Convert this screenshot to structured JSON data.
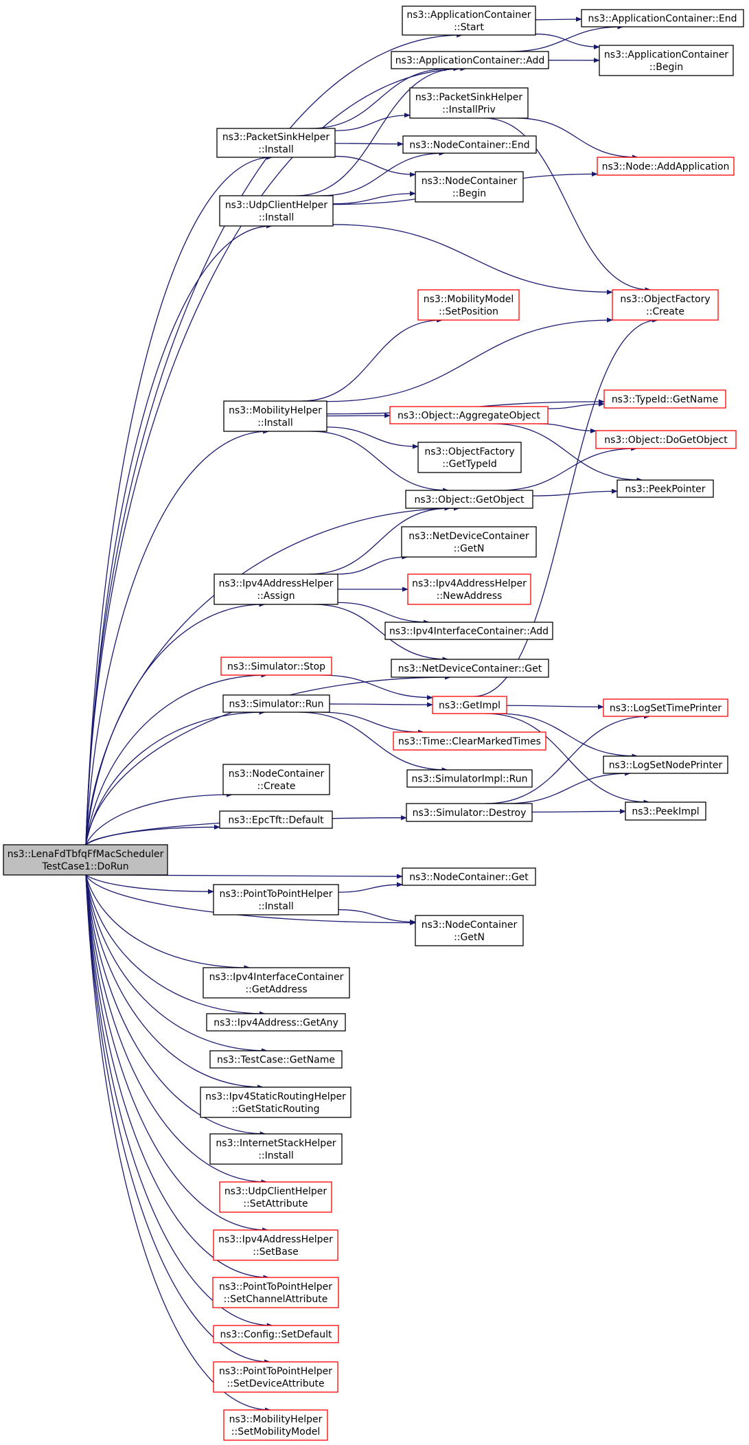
{
  "colors": {
    "edge": "#191970",
    "root_fill": "#bfbfbf",
    "border_black": "#000000",
    "border_red": "#ff0000"
  },
  "nodes": [
    {
      "id": "root",
      "lines": [
        "ns3::LenaFdTbfqFfMacScheduler",
        "TestCase1::DoRun"
      ],
      "border": "black",
      "root": true
    },
    {
      "id": "appStart",
      "lines": [
        "ns3::ApplicationContainer",
        "::Start"
      ],
      "border": "black"
    },
    {
      "id": "appEnd",
      "lines": [
        "ns3::ApplicationContainer::End"
      ],
      "border": "black"
    },
    {
      "id": "appAdd",
      "lines": [
        "ns3::ApplicationContainer::Add"
      ],
      "border": "black"
    },
    {
      "id": "appBegin",
      "lines": [
        "ns3::ApplicationContainer",
        "::Begin"
      ],
      "border": "black"
    },
    {
      "id": "psInstallPriv",
      "lines": [
        "ns3::PacketSinkHelper",
        "::InstallPriv"
      ],
      "border": "black"
    },
    {
      "id": "psInstall",
      "lines": [
        "ns3::PacketSinkHelper",
        "::Install"
      ],
      "border": "black"
    },
    {
      "id": "ncEnd",
      "lines": [
        "ns3::NodeContainer::End"
      ],
      "border": "black"
    },
    {
      "id": "nodeAddApp",
      "lines": [
        "ns3::Node::AddApplication"
      ],
      "border": "red"
    },
    {
      "id": "ncBegin",
      "lines": [
        "ns3::NodeContainer",
        "::Begin"
      ],
      "border": "black"
    },
    {
      "id": "udpInstall",
      "lines": [
        "ns3::UdpClientHelper",
        "::Install"
      ],
      "border": "black"
    },
    {
      "id": "mmSetPos",
      "lines": [
        "ns3::MobilityModel",
        "::SetPosition"
      ],
      "border": "red"
    },
    {
      "id": "ofCreate",
      "lines": [
        "ns3::ObjectFactory",
        "::Create"
      ],
      "border": "red"
    },
    {
      "id": "typeGetName",
      "lines": [
        "ns3::TypeId::GetName"
      ],
      "border": "red"
    },
    {
      "id": "mobInstall",
      "lines": [
        "ns3::MobilityHelper",
        "::Install"
      ],
      "border": "black"
    },
    {
      "id": "objAggr",
      "lines": [
        "ns3::Object::AggregateObject"
      ],
      "border": "red"
    },
    {
      "id": "objDoGet",
      "lines": [
        "ns3::Object::DoGetObject"
      ],
      "border": "red"
    },
    {
      "id": "ofGetTypeId",
      "lines": [
        "ns3::ObjectFactory",
        "::GetTypeId"
      ],
      "border": "black"
    },
    {
      "id": "peekPointer",
      "lines": [
        "ns3::PeekPointer"
      ],
      "border": "black"
    },
    {
      "id": "objGetObject",
      "lines": [
        "ns3::Object::GetObject"
      ],
      "border": "black"
    },
    {
      "id": "ndcGetN",
      "lines": [
        "ns3::NetDeviceContainer",
        "::GetN"
      ],
      "border": "black"
    },
    {
      "id": "ipv4Assign",
      "lines": [
        "ns3::Ipv4AddressHelper",
        "::Assign"
      ],
      "border": "black"
    },
    {
      "id": "ipv4NewAddr",
      "lines": [
        "ns3::Ipv4AddressHelper",
        "::NewAddress"
      ],
      "border": "red"
    },
    {
      "id": "ipv4IfcAdd",
      "lines": [
        "ns3::Ipv4InterfaceContainer::Add"
      ],
      "border": "black"
    },
    {
      "id": "simStop",
      "lines": [
        "ns3::Simulator::Stop"
      ],
      "border": "red"
    },
    {
      "id": "ndcGet",
      "lines": [
        "ns3::NetDeviceContainer::Get"
      ],
      "border": "black"
    },
    {
      "id": "simRun",
      "lines": [
        "ns3::Simulator::Run"
      ],
      "border": "black"
    },
    {
      "id": "getImpl",
      "lines": [
        "ns3::GetImpl"
      ],
      "border": "red"
    },
    {
      "id": "logTime",
      "lines": [
        "ns3::LogSetTimePrinter"
      ],
      "border": "red"
    },
    {
      "id": "timeClear",
      "lines": [
        "ns3::Time::ClearMarkedTimes"
      ],
      "border": "red"
    },
    {
      "id": "logNode",
      "lines": [
        "ns3::LogSetNodePrinter"
      ],
      "border": "black"
    },
    {
      "id": "simImplRun",
      "lines": [
        "ns3::SimulatorImpl::Run"
      ],
      "border": "black"
    },
    {
      "id": "ncCreate",
      "lines": [
        "ns3::NodeContainer",
        "::Create"
      ],
      "border": "black"
    },
    {
      "id": "simDestroy",
      "lines": [
        "ns3::Simulator::Destroy"
      ],
      "border": "black"
    },
    {
      "id": "peekImpl",
      "lines": [
        "ns3::PeekImpl"
      ],
      "border": "black"
    },
    {
      "id": "epcDefault",
      "lines": [
        "ns3::EpcTft::Default"
      ],
      "border": "black"
    },
    {
      "id": "ncGet",
      "lines": [
        "ns3::NodeContainer::Get"
      ],
      "border": "black"
    },
    {
      "id": "p2pInstall",
      "lines": [
        "ns3::PointToPointHelper",
        "::Install"
      ],
      "border": "black"
    },
    {
      "id": "ncGetN",
      "lines": [
        "ns3::NodeContainer",
        "::GetN"
      ],
      "border": "black"
    },
    {
      "id": "ipv4IfcGetAddr",
      "lines": [
        "ns3::Ipv4InterfaceContainer",
        "::GetAddress"
      ],
      "border": "black"
    },
    {
      "id": "ipv4GetAny",
      "lines": [
        "ns3::Ipv4Address::GetAny"
      ],
      "border": "black"
    },
    {
      "id": "tcGetName",
      "lines": [
        "ns3::TestCase::GetName"
      ],
      "border": "black"
    },
    {
      "id": "staticRouting",
      "lines": [
        "ns3::Ipv4StaticRoutingHelper",
        "::GetStaticRouting"
      ],
      "border": "black"
    },
    {
      "id": "inetInstall",
      "lines": [
        "ns3::InternetStackHelper",
        "::Install"
      ],
      "border": "black"
    },
    {
      "id": "udpSetAttr",
      "lines": [
        "ns3::UdpClientHelper",
        "::SetAttribute"
      ],
      "border": "red"
    },
    {
      "id": "ipv4SetBase",
      "lines": [
        "ns3::Ipv4AddressHelper",
        "::SetBase"
      ],
      "border": "red"
    },
    {
      "id": "p2pChanAttr",
      "lines": [
        "ns3::PointToPointHelper",
        "::SetChannelAttribute"
      ],
      "border": "red"
    },
    {
      "id": "cfgSetDefault",
      "lines": [
        "ns3::Config::SetDefault"
      ],
      "border": "red"
    },
    {
      "id": "p2pDevAttr",
      "lines": [
        "ns3::PointToPointHelper",
        "::SetDeviceAttribute"
      ],
      "border": "red"
    },
    {
      "id": "mobSetModel",
      "lines": [
        "ns3::MobilityHelper",
        "::SetMobilityModel"
      ],
      "border": "red"
    }
  ],
  "edges": [
    [
      "root",
      "appStart"
    ],
    [
      "root",
      "appAdd"
    ],
    [
      "root",
      "psInstall"
    ],
    [
      "root",
      "udpInstall"
    ],
    [
      "root",
      "mobInstall"
    ],
    [
      "root",
      "objGetObject"
    ],
    [
      "root",
      "ipv4Assign"
    ],
    [
      "root",
      "ndcGet"
    ],
    [
      "root",
      "simStop"
    ],
    [
      "root",
      "simRun"
    ],
    [
      "root",
      "simDestroy"
    ],
    [
      "root",
      "ncCreate"
    ],
    [
      "root",
      "epcDefault"
    ],
    [
      "root",
      "ncGet"
    ],
    [
      "root",
      "p2pInstall"
    ],
    [
      "root",
      "ncGetN"
    ],
    [
      "root",
      "ipv4IfcGetAddr"
    ],
    [
      "root",
      "ipv4GetAny"
    ],
    [
      "root",
      "tcGetName"
    ],
    [
      "root",
      "staticRouting"
    ],
    [
      "root",
      "inetInstall"
    ],
    [
      "root",
      "udpSetAttr"
    ],
    [
      "root",
      "ipv4SetBase"
    ],
    [
      "root",
      "p2pChanAttr"
    ],
    [
      "root",
      "cfgSetDefault"
    ],
    [
      "root",
      "p2pDevAttr"
    ],
    [
      "root",
      "mobSetModel"
    ],
    [
      "appStart",
      "appEnd"
    ],
    [
      "appStart",
      "appBegin"
    ],
    [
      "appAdd",
      "appEnd"
    ],
    [
      "appAdd",
      "appBegin"
    ],
    [
      "psInstall",
      "appAdd"
    ],
    [
      "psInstall",
      "psInstallPriv"
    ],
    [
      "psInstall",
      "ncEnd"
    ],
    [
      "psInstall",
      "ncBegin"
    ],
    [
      "psInstallPriv",
      "nodeAddApp"
    ],
    [
      "psInstallPriv",
      "ofCreate"
    ],
    [
      "udpInstall",
      "appAdd"
    ],
    [
      "udpInstall",
      "ncEnd"
    ],
    [
      "udpInstall",
      "ncBegin"
    ],
    [
      "udpInstall",
      "nodeAddApp"
    ],
    [
      "udpInstall",
      "ofCreate"
    ],
    [
      "mobInstall",
      "mmSetPos"
    ],
    [
      "mobInstall",
      "ofCreate"
    ],
    [
      "mobInstall",
      "typeGetName"
    ],
    [
      "mobInstall",
      "objAggr"
    ],
    [
      "mobInstall",
      "ofGetTypeId"
    ],
    [
      "mobInstall",
      "objGetObject"
    ],
    [
      "objAggr",
      "typeGetName"
    ],
    [
      "objAggr",
      "objDoGet"
    ],
    [
      "objAggr",
      "peekPointer"
    ],
    [
      "objGetObject",
      "objDoGet"
    ],
    [
      "objGetObject",
      "peekPointer"
    ],
    [
      "ipv4Assign",
      "objGetObject"
    ],
    [
      "ipv4Assign",
      "ndcGetN"
    ],
    [
      "ipv4Assign",
      "ipv4NewAddr"
    ],
    [
      "ipv4Assign",
      "ipv4IfcAdd"
    ],
    [
      "ipv4Assign",
      "ndcGet"
    ],
    [
      "simStop",
      "getImpl"
    ],
    [
      "simRun",
      "getImpl"
    ],
    [
      "simRun",
      "timeClear"
    ],
    [
      "simRun",
      "simImplRun"
    ],
    [
      "getImpl",
      "ofCreate"
    ],
    [
      "getImpl",
      "logTime"
    ],
    [
      "getImpl",
      "logNode"
    ],
    [
      "getImpl",
      "peekImpl"
    ],
    [
      "simDestroy",
      "logTime"
    ],
    [
      "simDestroy",
      "logNode"
    ],
    [
      "simDestroy",
      "peekImpl"
    ],
    [
      "p2pInstall",
      "ncGet"
    ],
    [
      "p2pInstall",
      "ncGetN"
    ]
  ]
}
